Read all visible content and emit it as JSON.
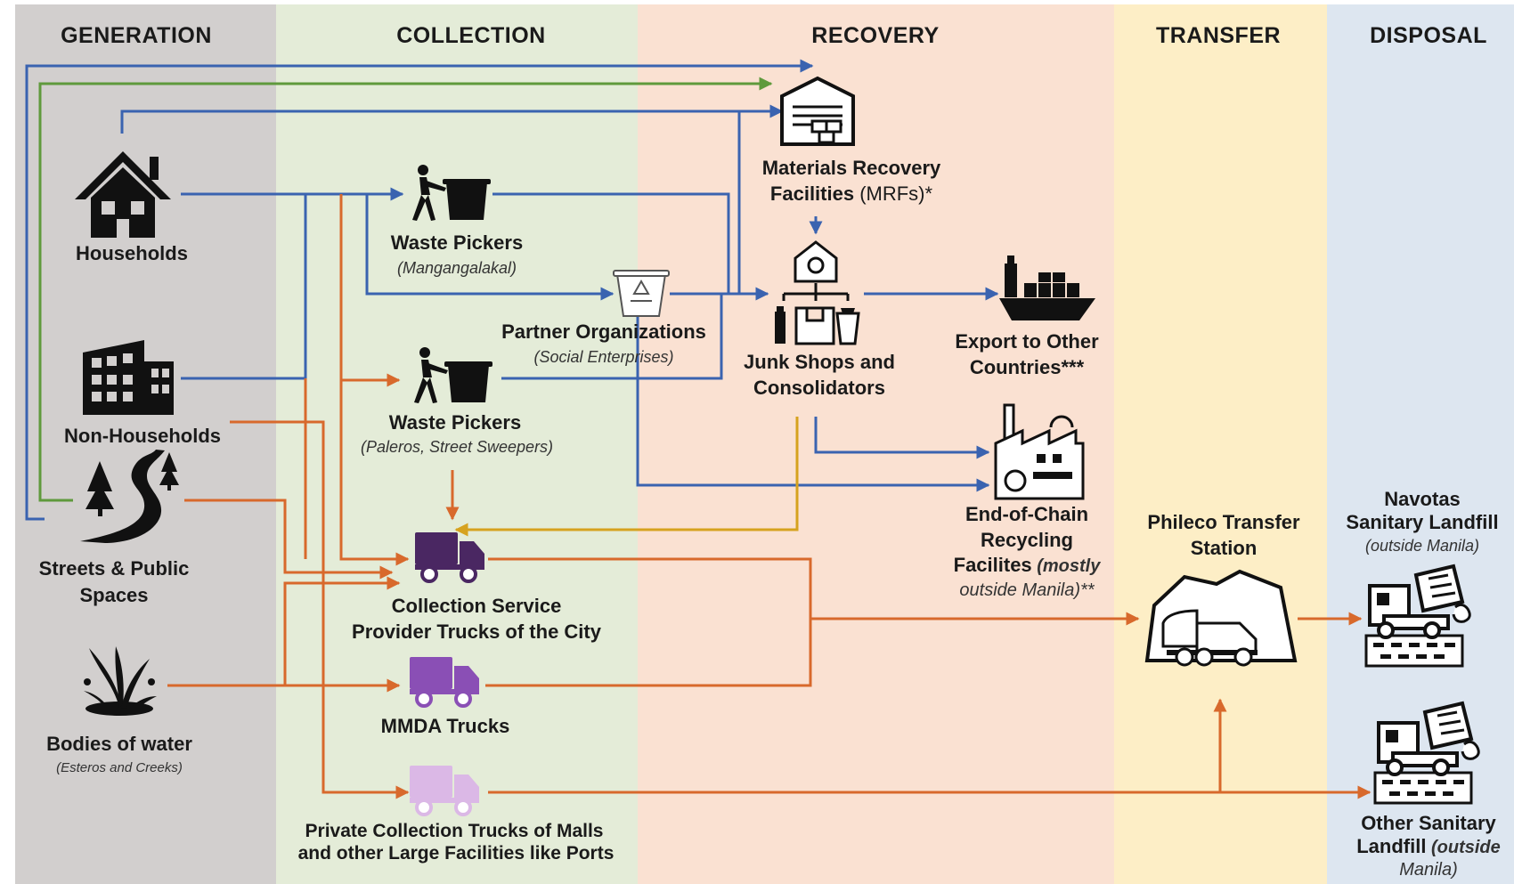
{
  "colors": {
    "generation_band": "#d2cfce",
    "collection_band": "#e4ecd8",
    "recovery_band": "#fae1d2",
    "transfer_band": "#fdeec6",
    "disposal_band": "#dde6f0",
    "flow_blue": "#3a63b0",
    "flow_green": "#5f9a3c",
    "flow_orange": "#d8692c",
    "flow_yellow": "#d6a21f"
  },
  "stages": {
    "generation": "GENERATION",
    "collection": "COLLECTION",
    "recovery": "RECOVERY",
    "transfer": "TRANSFER",
    "disposal": "DISPOSAL"
  },
  "nodes": {
    "households": {
      "label": "Households",
      "icon": "house-icon"
    },
    "non_households": {
      "label": "Non-Households",
      "icon": "building-icon"
    },
    "streets": {
      "label_line1": "Streets & Public",
      "label_line2": "Spaces",
      "icon": "road-trees-icon"
    },
    "water": {
      "label": "Bodies of water",
      "sublabel": "(Esteros and Creeks)",
      "icon": "water-splash-icon"
    },
    "waste_pickers_1": {
      "label": "Waste Pickers",
      "sublabel": "(Mangangalakal)",
      "icon": "waste-picker-icon"
    },
    "waste_pickers_2": {
      "label": "Waste Pickers",
      "sublabel": "(Paleros, Street Sweepers)",
      "icon": "waste-picker-icon"
    },
    "partner_orgs": {
      "label": "Partner Organizations",
      "sublabel": "(Social Enterprises)",
      "icon": "recycle-bin-icon"
    },
    "csp_trucks": {
      "label_line1": "Collection Service",
      "label_line2": "Provider Trucks of the City",
      "icon": "truck-icon",
      "color": "#4a2762"
    },
    "mmda_trucks": {
      "label": "MMDA Trucks",
      "icon": "truck-icon",
      "color": "#8a4fb5"
    },
    "private_trucks": {
      "label_line1": "Private Collection Trucks of Malls",
      "label_line2": "and other Large Facilities like Ports",
      "icon": "truck-icon",
      "color": "#dbb8e6"
    },
    "mrf": {
      "label_line1": "Materials Recovery",
      "label_line2_bold": "Facilities",
      "label_line2_normal": " (MRFs)*",
      "icon": "warehouse-icon"
    },
    "junk_shops": {
      "label_line1": "Junk Shops and",
      "label_line2": "Consolidators",
      "icon": "junk-shop-icon"
    },
    "export": {
      "label_line1": "Export to Other",
      "label_line2": "Countries***",
      "icon": "cargo-ship-icon"
    },
    "end_of_chain": {
      "label_line1": "End-of-Chain",
      "label_line2": "Recycling",
      "label_line3_bold": "Facilites",
      "label_line3_italic": " (mostly",
      "label_line4": "outside Manila)**",
      "icon": "factory-icon"
    },
    "phileco": {
      "label_line1": "Phileco Transfer",
      "label_line2": "Station",
      "icon": "transfer-station-icon"
    },
    "navotas": {
      "label_line1": "Navotas",
      "label_line2": "Sanitary Landfill",
      "sublabel": "(outside Manila)",
      "icon": "dump-truck-landfill-icon"
    },
    "other_landfill": {
      "label_line1": "Other Sanitary",
      "label_line2_bold": "Landfill",
      "label_line2_italic": " (outside",
      "label_line3": "Manila)",
      "icon": "dump-truck-landfill-icon"
    }
  }
}
